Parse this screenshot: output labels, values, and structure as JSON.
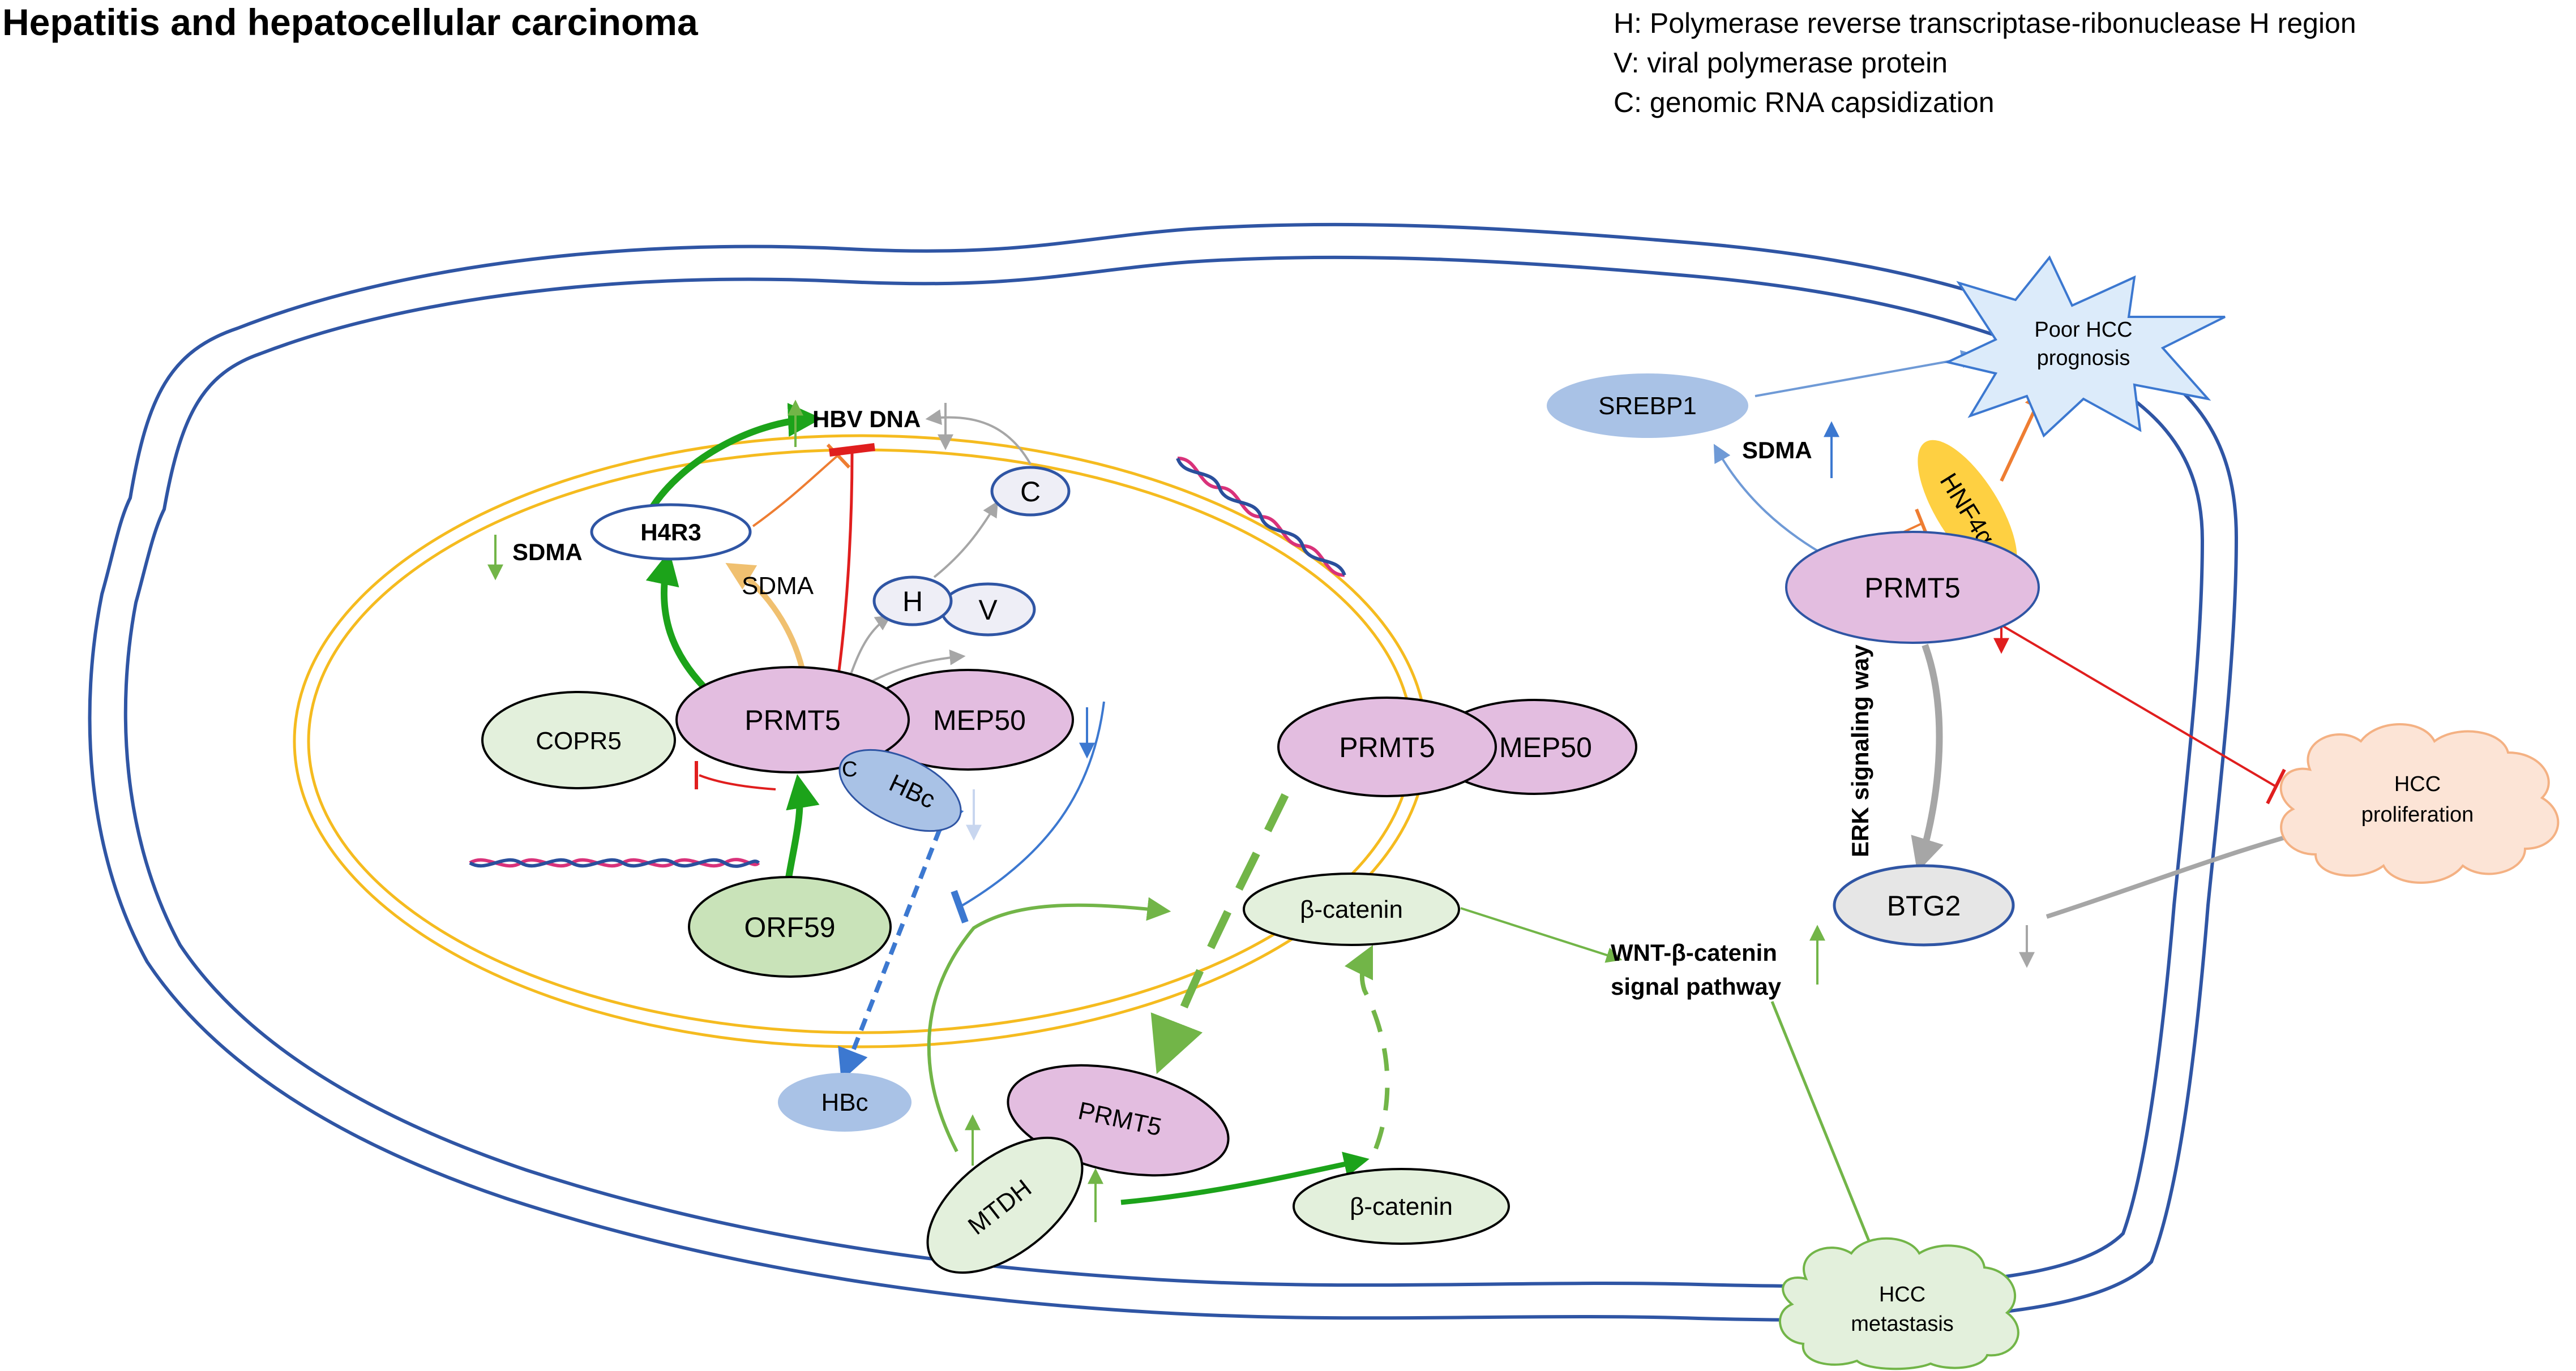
{
  "title": "Hepatitis and hepatocellular carcinoma",
  "legend": [
    "H: Polymerase reverse transcriptase-ribonuclease H region",
    "V: viral polymerase protein",
    "C: genomic RNA capsidization"
  ],
  "nodes": {
    "hbv_dna": "HBV DNA",
    "h4r3": "H4R3",
    "sdma_h4r3": "SDMA",
    "sdma_arrow_label": "SDMA",
    "c": "C",
    "h": "H",
    "v": "V",
    "copr5": "COPR5",
    "prmt5_nucleus": "PRMT5",
    "mep50_nucleus": "MEP50",
    "c_tag": "C",
    "hbc_nucleus": "HBc",
    "orf59": "ORF59",
    "prmt5_mid": "PRMT5",
    "mep50_mid": "MEP50",
    "beta_catenin_top": "β-catenin",
    "hbc_cytoplasm": "HBc",
    "prmt5_low": "PRMT5",
    "mtdh": "MTDH",
    "beta_catenin_bottom": "β-catenin",
    "wnt_line1": "WNT-β-catenin",
    "wnt_line2": "signal pathway",
    "srebp1": "SREBP1",
    "sdma_srebp": "SDMA",
    "hnf4a": "HNF4α",
    "prmt5_right": "PRMT5",
    "erk": "ERK signaling way",
    "btg2": "BTG2",
    "poor_line1": "Poor HCC",
    "poor_line2": "prognosis",
    "prolif_line1": "HCC",
    "prolif_line2": "proliferation",
    "meta_line1": "HCC",
    "meta_line2": "metastasis"
  },
  "colors": {
    "membrane": "#2f55a4",
    "nucleus": "#f5bb1f",
    "pink": "#e3bde0",
    "green_fill": "#e3f0dc",
    "orf59_fill": "#c9e3b9",
    "blue_fill": "#a9c2e6",
    "grey_fill": "#e6e6e6",
    "hnf_fill": "#fed042",
    "green_arrow": "#1ca31a",
    "light_green": "#72b548",
    "red": "#e01e1e",
    "orange": "#ee7d32",
    "grey": "#a6a6a6",
    "blue": "#3c78d0",
    "peach": "#fce4d6",
    "star_fill": "#dcebfa"
  }
}
